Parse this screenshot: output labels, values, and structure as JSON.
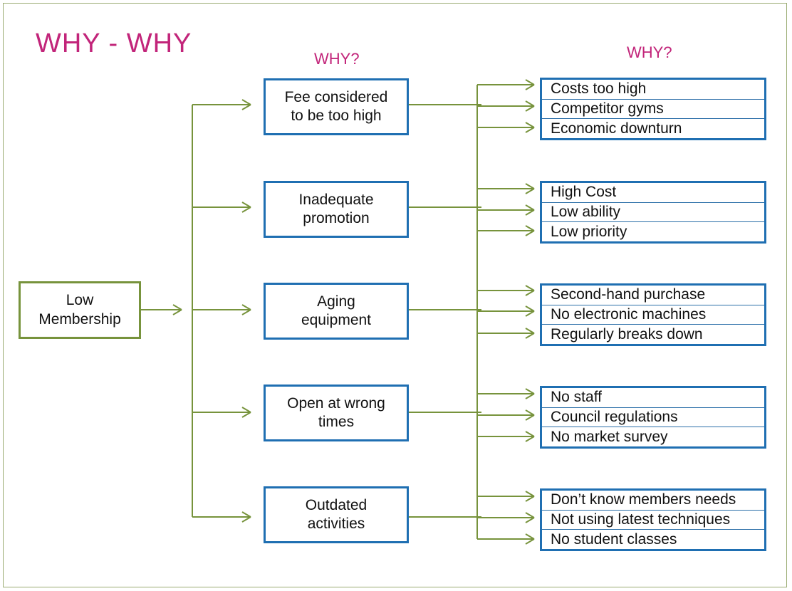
{
  "title": "WHY - WHY",
  "why_level_1": "WHY?",
  "why_level_2": "WHY?",
  "root": {
    "line1": "Low",
    "line2": "Membership"
  },
  "causes": [
    {
      "line1": "Fee considered",
      "line2": "to be too high",
      "reasons": [
        "Costs too high",
        "Competitor gyms",
        "Economic downturn"
      ]
    },
    {
      "line1": "Inadequate",
      "line2": "promotion",
      "reasons": [
        "High Cost",
        "Low ability",
        "Low priority"
      ]
    },
    {
      "line1": "Aging",
      "line2": "equipment",
      "reasons": [
        "Second-hand purchase",
        "No electronic machines",
        "Regularly breaks down"
      ]
    },
    {
      "line1": "Open at wrong",
      "line2": "times",
      "reasons": [
        "No staff",
        "Council regulations",
        "No market survey"
      ]
    },
    {
      "line1": "Outdated",
      "line2": "activities",
      "reasons": [
        "Don’t know members needs",
        "Not using latest techniques",
        "No student classes"
      ]
    }
  ],
  "colors": {
    "title": "#c2257a",
    "root_border": "#77933c",
    "box_border": "#1f6fb2",
    "connector": "#77933c"
  }
}
